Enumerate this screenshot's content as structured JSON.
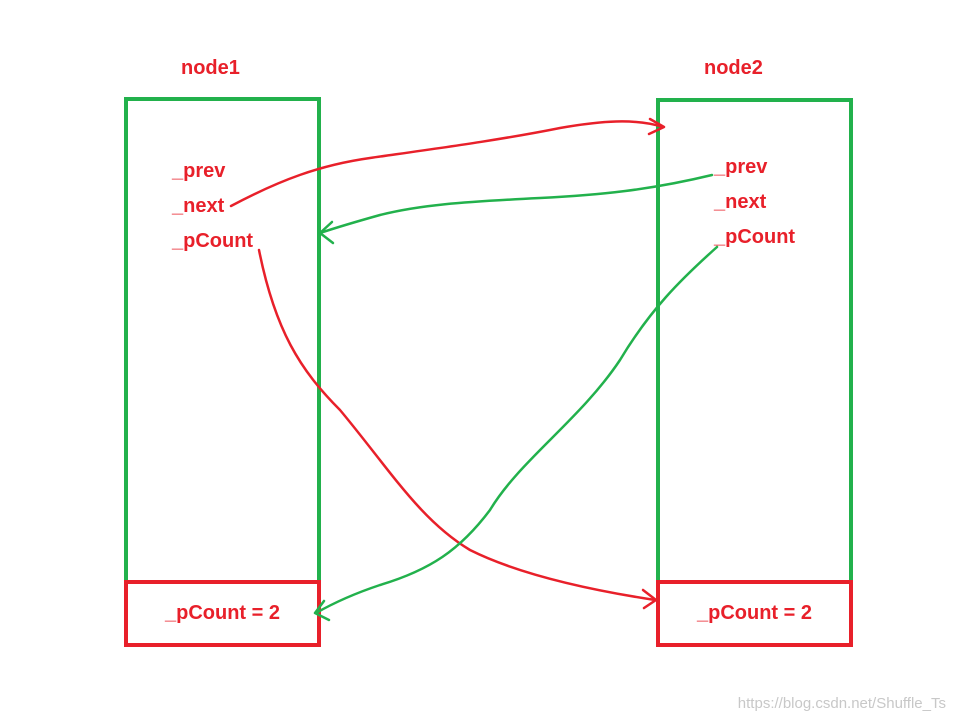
{
  "node1": {
    "title": "node1",
    "fields": {
      "prev": "_prev",
      "next": "_next",
      "pcount": "_pCount"
    },
    "count_label": "_pCount = 2"
  },
  "node2": {
    "title": "node2",
    "fields": {
      "prev": "_prev",
      "next": "_next",
      "pcount": "_pCount"
    },
    "count_label": "_pCount = 2"
  },
  "watermark": "https://blog.csdn.net/Shuffle_Ts",
  "colors": {
    "node_border": "#22b14c",
    "count_border": "#e8202a",
    "text": "#e8202a",
    "red_arrow": "#e8202a",
    "green_arrow": "#22b14c"
  }
}
